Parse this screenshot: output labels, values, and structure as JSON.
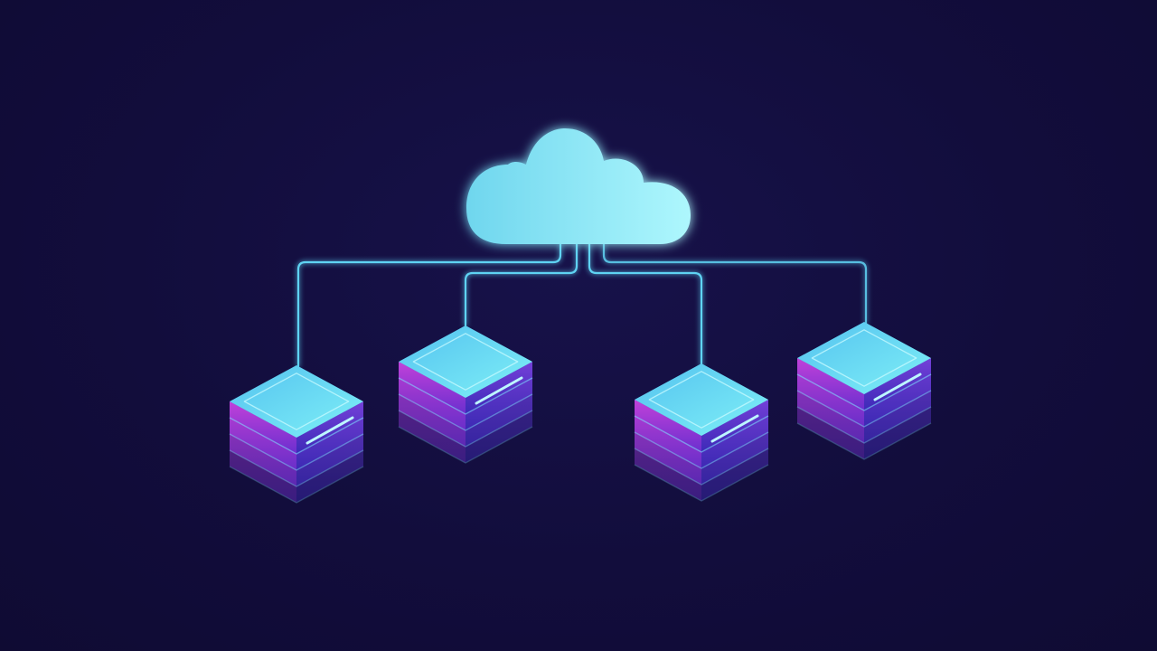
{
  "colors": {
    "background": "#120d3c",
    "cloud_light": "#a9f5fd",
    "cloud_mid": "#6fd8ee",
    "connector": "#5fd3f3",
    "server_top": "#6fe1f6",
    "server_side_magenta": "#b53bd6",
    "server_side_violet": "#5b2fd0",
    "server_glass": "#7fe6ff"
  },
  "diagram": {
    "nodes": [
      {
        "id": "cloud",
        "kind": "cloud",
        "icon": "cloud-icon"
      },
      {
        "id": "server-1",
        "kind": "server-rack",
        "icon": "server-rack-icon"
      },
      {
        "id": "server-2",
        "kind": "server-rack",
        "icon": "server-rack-icon"
      },
      {
        "id": "server-3",
        "kind": "server-rack",
        "icon": "server-rack-icon"
      },
      {
        "id": "server-4",
        "kind": "server-rack",
        "icon": "server-rack-icon"
      }
    ],
    "edges": [
      {
        "from": "cloud",
        "to": "server-1"
      },
      {
        "from": "cloud",
        "to": "server-2"
      },
      {
        "from": "cloud",
        "to": "server-3"
      },
      {
        "from": "cloud",
        "to": "server-4"
      }
    ]
  }
}
